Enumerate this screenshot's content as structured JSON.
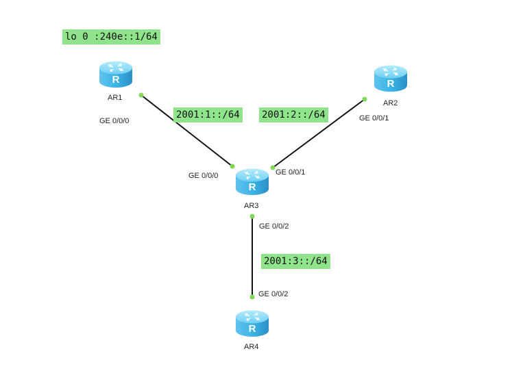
{
  "diagram": {
    "colors": {
      "link": "#111111",
      "port_dot": "#7ed957",
      "label_bg": "#8fe38b",
      "router_top": "#7fd6f5",
      "router_side": "#3cb4e6"
    },
    "routers": [
      {
        "id": "AR1",
        "name": "AR1",
        "icon": "router-icon"
      },
      {
        "id": "AR2",
        "name": "AR2",
        "icon": "router-icon"
      },
      {
        "id": "AR3",
        "name": "AR3",
        "icon": "router-icon"
      },
      {
        "id": "AR4",
        "name": "AR4",
        "icon": "router-icon"
      }
    ],
    "address_labels": [
      {
        "id": "ar1-loopback",
        "text": "lo 0 :240e::1/64"
      },
      {
        "id": "net-ar1-ar3",
        "text": "2001:1::/64"
      },
      {
        "id": "net-ar2-ar3",
        "text": "2001:2::/64"
      },
      {
        "id": "net-ar3-ar4",
        "text": "2001:3::/64"
      }
    ],
    "interface_labels": [
      {
        "id": "ar1-ge000",
        "text": "GE 0/0/0"
      },
      {
        "id": "ar2-ge001",
        "text": "GE 0/0/1"
      },
      {
        "id": "ar3-ge000",
        "text": "GE 0/0/0"
      },
      {
        "id": "ar3-ge001",
        "text": "GE 0/0/1"
      },
      {
        "id": "ar3-ge002",
        "text": "GE 0/0/2"
      },
      {
        "id": "ar4-ge002",
        "text": "GE 0/0/2"
      }
    ],
    "links": [
      {
        "from": "AR1",
        "to": "AR3"
      },
      {
        "from": "AR2",
        "to": "AR3"
      },
      {
        "from": "AR3",
        "to": "AR4"
      }
    ]
  }
}
